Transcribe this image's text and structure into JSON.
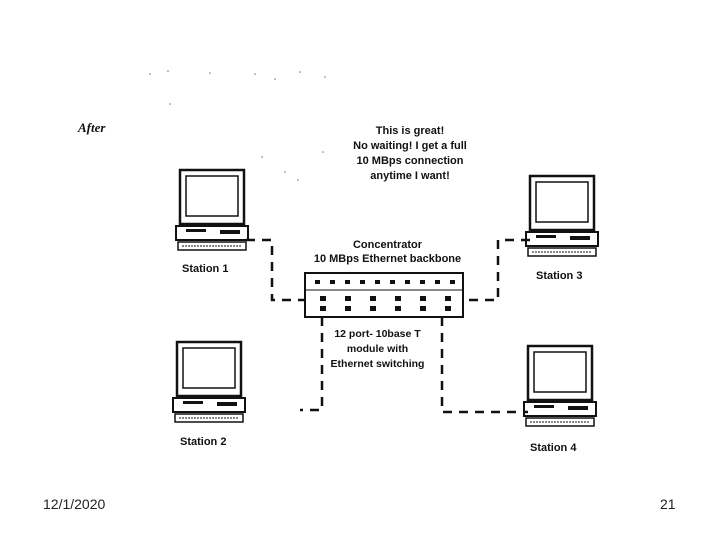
{
  "slide": {
    "caption": "After",
    "quote_lines": [
      "This is great!",
      "No waiting! I get a full",
      "10 MBps connection",
      "anytime I want!"
    ],
    "concentrator_lines": [
      "Concentrator",
      "10 MBps Ethernet backbone"
    ],
    "module_lines": [
      "12 port- 10base T",
      "module with",
      "Ethernet switching"
    ],
    "stations": {
      "s1": "Station 1",
      "s2": "Station 2",
      "s3": "Station 3",
      "s4": "Station 4"
    }
  },
  "footer": {
    "date": "12/1/2020",
    "page": "21"
  }
}
